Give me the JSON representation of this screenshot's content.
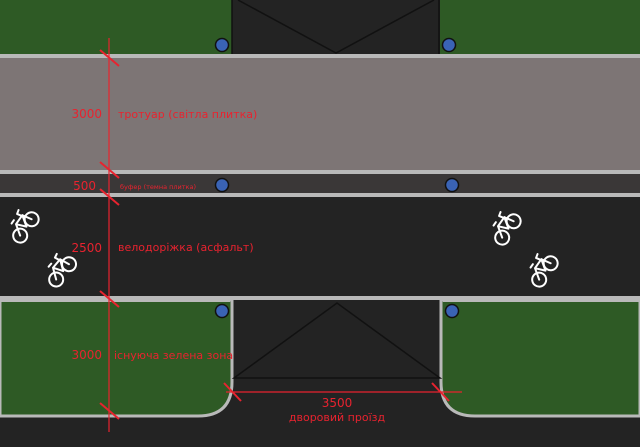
{
  "colors": {
    "grass": "#2e5a25",
    "asphalt": "#232323",
    "tile": "#7d7575",
    "curb": "#b9b9b9",
    "annotation": "#e8232f",
    "post": "#3a63b5"
  },
  "dimensions": {
    "sidewalk": "3000",
    "buffer": "500",
    "bikelane": "2500",
    "green": "3000",
    "driveway_width": "3500"
  },
  "labels": {
    "sidewalk": "тротуар (світла плитка)",
    "buffer": "буфер (темна плитка)",
    "bikelane": "велодоріжка (асфальт)",
    "green": "існуюча зелена зона",
    "driveway": "дворовий проїзд"
  },
  "icons": {
    "bicycle": "bicycle-icon",
    "post": "post-marker-icon"
  }
}
